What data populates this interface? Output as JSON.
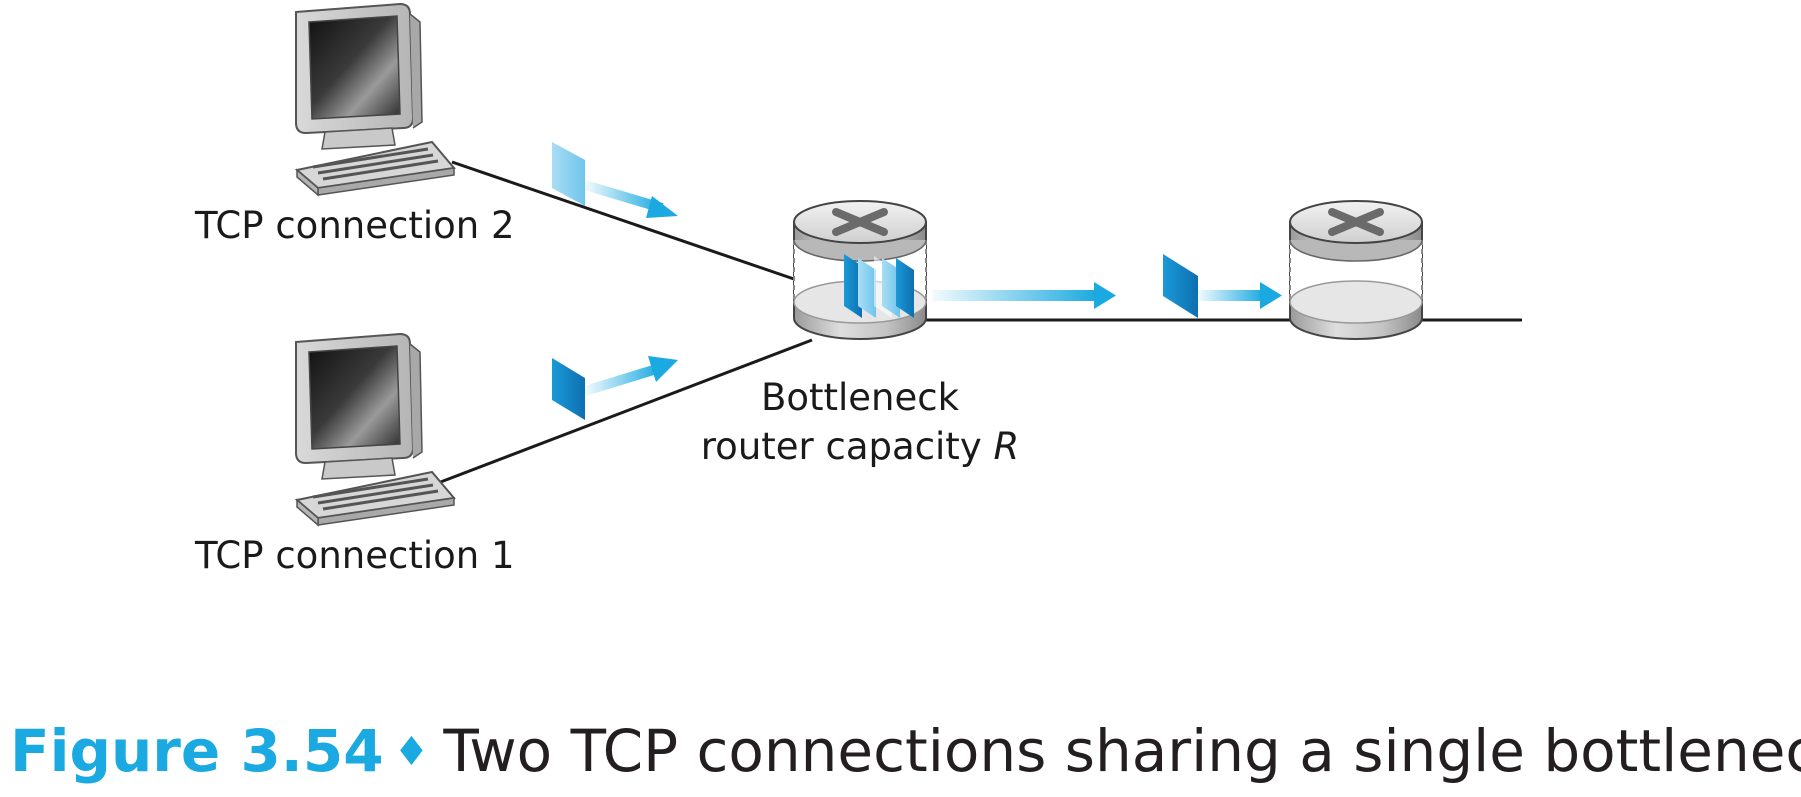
{
  "labels": {
    "host_top": "TCP connection 2",
    "host_bottom": "TCP connection 1",
    "bottleneck_line1": "Bottleneck",
    "bottleneck_line2_prefix": "router capacity ",
    "bottleneck_line2_var": "R"
  },
  "caption": {
    "figure_number": "Figure 3.54",
    "separator": "♦",
    "text": "Two TCP connections sharing a single bottleneck link"
  },
  "icons": {
    "host": "desktop-computer-icon",
    "router": "router-cylinder-icon",
    "packet": "packet-icon",
    "arrow": "flow-arrow-icon"
  },
  "colors": {
    "accent": "#1aa9e0",
    "packet_dark": "#1e8fd0",
    "packet_light": "#7ccbee",
    "link": "#1a1a1a",
    "router_body": "#c8c8c8"
  }
}
